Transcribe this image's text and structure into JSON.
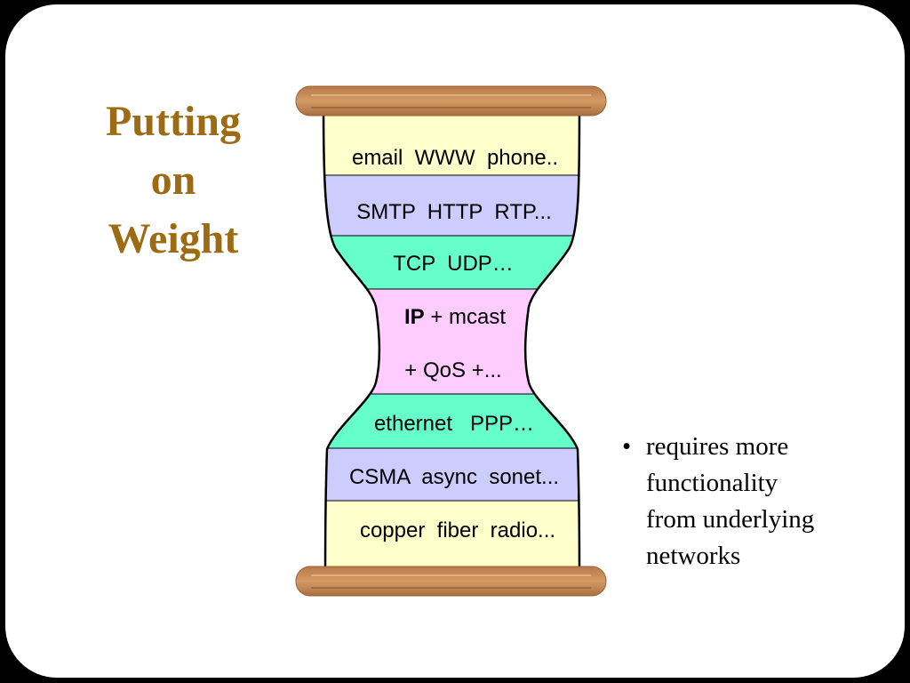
{
  "title": {
    "line1": "Putting",
    "line2": "on",
    "line3": "Weight"
  },
  "layers": [
    {
      "label": "email  WWW  phone..",
      "color": "#FFFFCC"
    },
    {
      "label": "SMTP  HTTP  RTP...",
      "color": "#CCCCFF"
    },
    {
      "label": "TCP  UDP…",
      "color": "#66FFCC"
    },
    {
      "label_bold": "IP",
      "label_rest": " + mcast",
      "color": "#FFCCFF"
    },
    {
      "label": "+ QoS +...",
      "color": "#FFCCFF"
    },
    {
      "label": "ethernet   PPP…",
      "color": "#66FFCC"
    },
    {
      "label": "CSMA  async  sonet...",
      "color": "#CCCCFF"
    },
    {
      "label": "copper  fiber  radio...",
      "color": "#FFFFCC"
    }
  ],
  "bullets": [
    {
      "symbol": "•",
      "text_lines": [
        "requires more",
        "functionality",
        "from underlying",
        "networks"
      ]
    }
  ],
  "colors": {
    "title": "#9C6B14",
    "wood": "#CC8E5A",
    "wood_dark": "#8B5A2B",
    "background": "#FFFFFF",
    "frame": "#000000"
  }
}
